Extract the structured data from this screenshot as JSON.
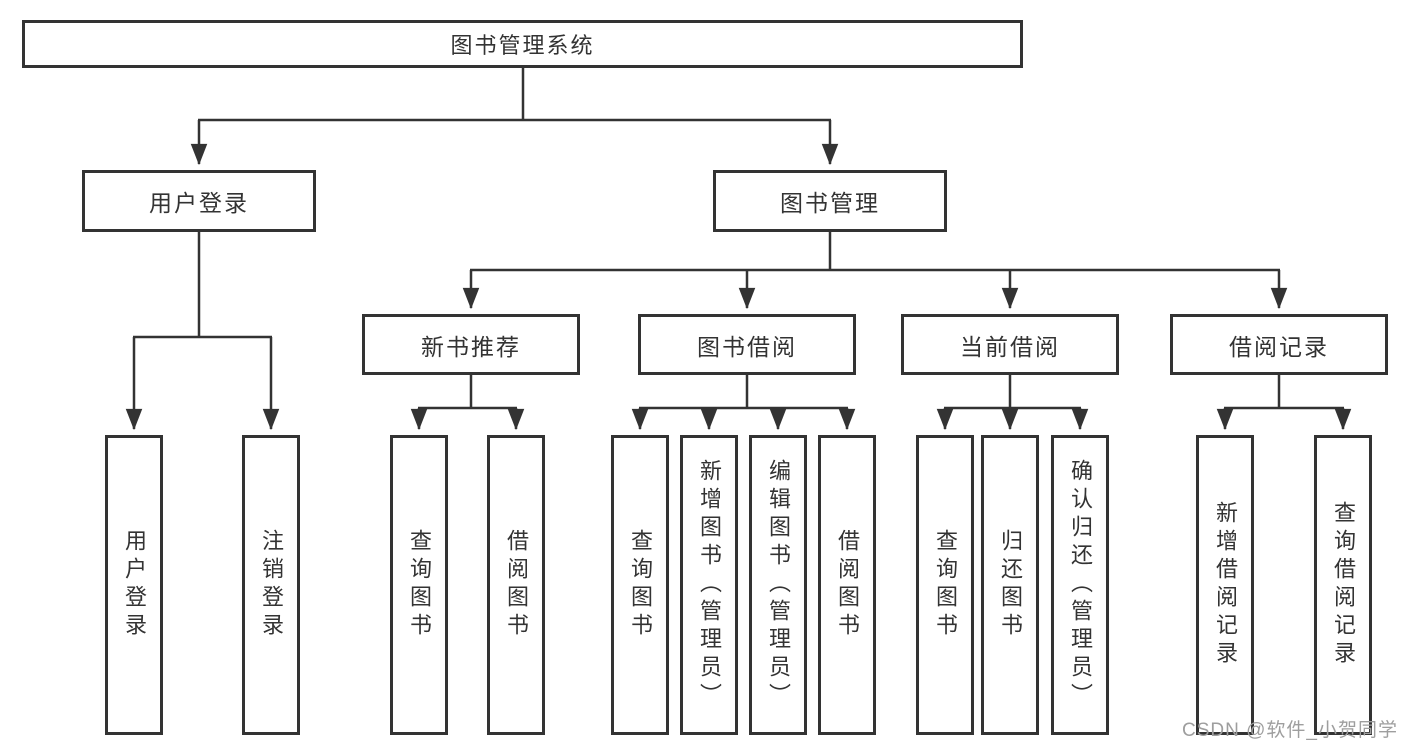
{
  "diagram": {
    "root": {
      "label": "图书管理系统"
    },
    "level2": {
      "user_login": {
        "label": "用户登录"
      },
      "book_management": {
        "label": "图书管理"
      }
    },
    "level3": {
      "new_book_recommend": {
        "label": "新书推荐"
      },
      "book_borrowing": {
        "label": "图书借阅"
      },
      "current_borrowing": {
        "label": "当前借阅"
      },
      "borrowing_records": {
        "label": "借阅记录"
      }
    },
    "leaves": {
      "user_login": {
        "label": "用户登录"
      },
      "logout": {
        "label": "注销登录"
      },
      "recommend_query_books": {
        "label": "查询图书"
      },
      "recommend_borrow_books": {
        "label": "借阅图书"
      },
      "borrowing_query_books": {
        "label": "查询图书"
      },
      "borrowing_add_books": {
        "label": "新增图书（管理员）"
      },
      "borrowing_edit_books": {
        "label": "编辑图书（管理员）"
      },
      "borrowing_borrow_books": {
        "label": "借阅图书"
      },
      "current_query_books": {
        "label": "查询图书"
      },
      "current_return_books": {
        "label": "归还图书"
      },
      "current_confirm_return": {
        "label": "确认归还（管理员）"
      },
      "records_add_record": {
        "label": "新增借阅记录"
      },
      "records_query_record": {
        "label": "查询借阅记录"
      }
    }
  },
  "watermark": {
    "text": "CSDN @软件_小贺同学",
    "color": "#9e9e9e"
  },
  "colors": {
    "line": "#333333",
    "box_border": "#333333",
    "text": "#333333",
    "background": "#ffffff"
  }
}
